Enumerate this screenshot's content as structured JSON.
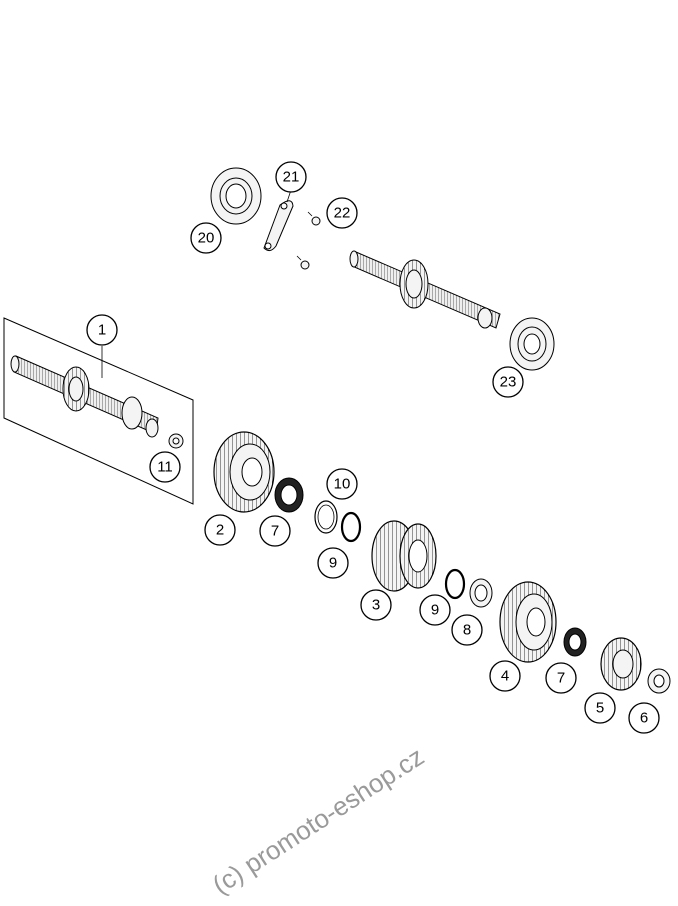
{
  "diagram": {
    "callouts": [
      "1",
      "2",
      "3",
      "4",
      "5",
      "6",
      "7",
      "7",
      "8",
      "9",
      "9",
      "10",
      "11",
      "20",
      "21",
      "22",
      "23"
    ],
    "watermark": "(c) promoto-eshop.cz",
    "colors": {
      "line": "#000000",
      "fill": "#f4f4f4",
      "watermark": "#9a9a9a"
    }
  }
}
